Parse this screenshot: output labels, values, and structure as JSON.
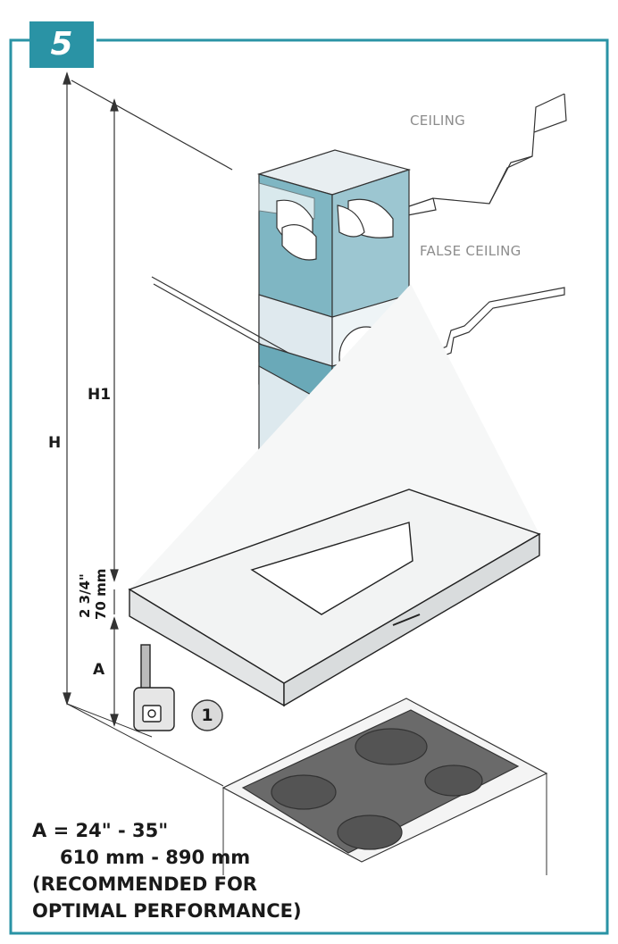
{
  "step": {
    "number": "5"
  },
  "labels": {
    "ceiling": "CEILING",
    "false_ceiling": "FALSE CEILING",
    "height_h": "H",
    "height_h1": "H1",
    "distance_a": "A",
    "offset_imperial": "2 3/4\"",
    "offset_metric": "70 mm",
    "callout": "1"
  },
  "note": {
    "line1": "A = 24\" - 35\"",
    "line2": "610 mm - 890 mm",
    "line3": "(RECOMMENDED FOR",
    "line4": "OPTIMAL PERFORMANCE)"
  },
  "icons": [
    "tape-measure-icon",
    "cooktop-icon"
  ],
  "colors": {
    "frame": "#2a93a5",
    "duct_teal": "#7fb6c3",
    "duct_light": "#dde9ee",
    "hood_body": "#f3f4f4",
    "cooktop": "#6a6a6a"
  }
}
